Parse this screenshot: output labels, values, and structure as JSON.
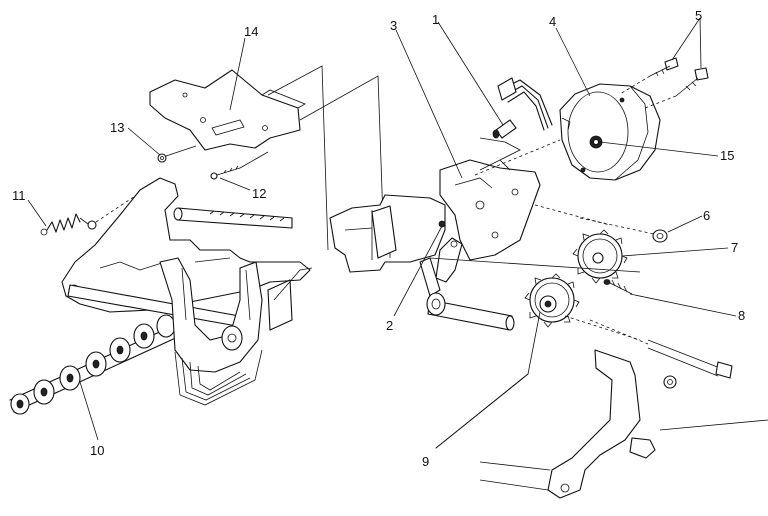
{
  "labels": {
    "p1": "1",
    "p2": "2",
    "p3": "3",
    "p4": "4",
    "p5": "5",
    "p6": "6",
    "p7": "7",
    "p8": "8",
    "p9": "9",
    "p10": "10",
    "p11": "11",
    "p12": "12",
    "p13": "13",
    "p14": "14",
    "p15": "15"
  },
  "colors": {
    "ink": "#111111",
    "paper": "#ffffff"
  }
}
